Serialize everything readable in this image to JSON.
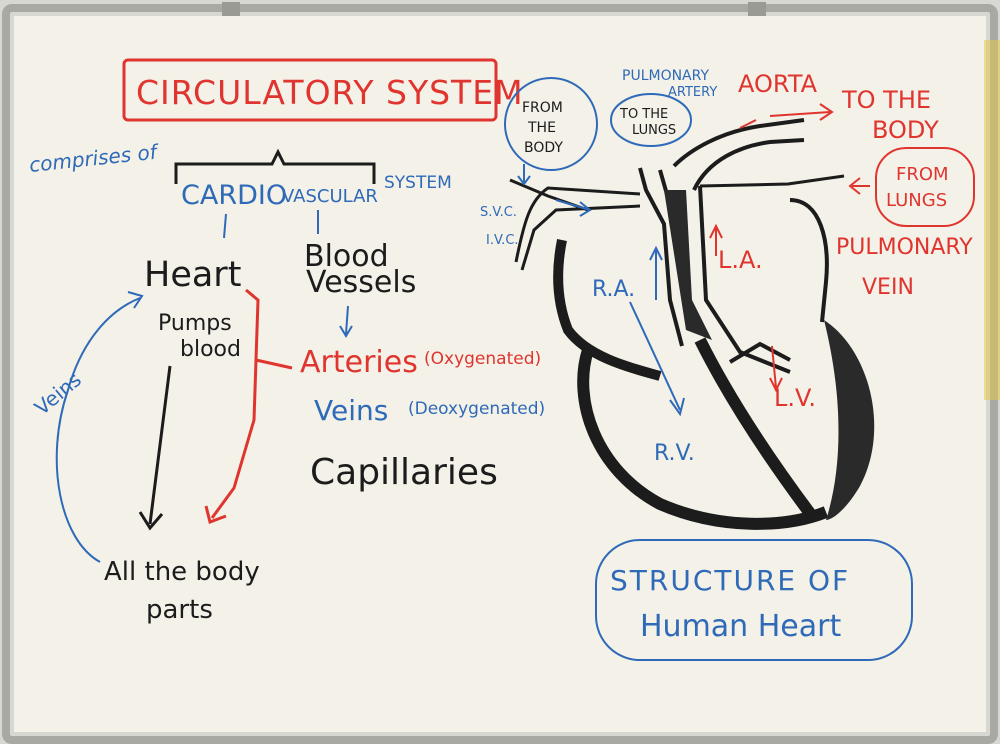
{
  "title": "CIRCULATORY SYSTEM",
  "comprises_of": "comprises of",
  "cardiovascular_system": {
    "cardio": "CARDIO",
    "vascular": "VASCULAR",
    "system": "SYSTEM"
  },
  "heart_branch": {
    "heart": "Heart",
    "pumps": "Pumps",
    "blood": "blood",
    "veins_arrow_label": "Veins",
    "destination_line1": "All the body",
    "destination_line2": "parts"
  },
  "blood_vessels": {
    "heading_line1": "Blood",
    "heading_line2": "Vessels",
    "arteries": "Arteries",
    "arteries_note": "(Oxygenated)",
    "veins": "Veins",
    "veins_note": "(Deoxygenated)",
    "capillaries": "Capillaries"
  },
  "heart_diagram": {
    "from_the_body": [
      "FROM",
      "THE",
      "BODY"
    ],
    "pulmonary_artery": [
      "PULMONARY",
      "ARTERY"
    ],
    "to_the_lungs": [
      "TO THE",
      "LUNGS"
    ],
    "aorta": "AORTA",
    "to_the_body": [
      "TO THE",
      "BODY"
    ],
    "from_lungs": [
      "FROM",
      "LUNGS"
    ],
    "svc": "S.V.C.",
    "ivc": "I.V.C.",
    "ra": "R.A.",
    "la": "L.A.",
    "rv": "R.V.",
    "lv": "L.V.",
    "pulmonary_vein": [
      "PULMONARY",
      "VEIN"
    ],
    "structure_caption_line1": "STRUCTURE OF",
    "structure_caption_line2": "Human Heart"
  },
  "colors": {
    "board": "#f3f1e8",
    "frame": "#b9b9b4",
    "black_ink": "#1c1c1c",
    "red_ink": "#e0352f",
    "blue_ink": "#2f6ab8"
  }
}
